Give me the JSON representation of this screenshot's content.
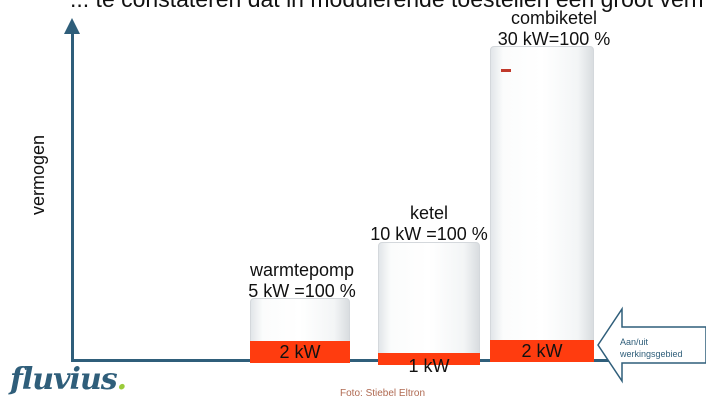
{
  "header": {
    "cut_title": "... te constateren dat in modulerende toestellen een groot vermogen ("
  },
  "axes": {
    "y_label": "vermogen"
  },
  "devices": [
    {
      "name": "warmtepomp",
      "capacity": "5 kW =100 %",
      "min_label": "2 kW"
    },
    {
      "name": "ketel",
      "capacity": "10 kW =100 %",
      "min_label": "1 kW"
    },
    {
      "name": "combiketel",
      "capacity": "30 kW=100 %",
      "min_label": "2 kW"
    }
  ],
  "callout": {
    "line1": "Aan/uit",
    "line2": "werkingsgebied"
  },
  "footer": {
    "logo_main": "fluvius",
    "logo_dot": ".",
    "credit": "Foto: Stiebel Eltron"
  },
  "colors": {
    "accent_orange": "#ff3c0f",
    "axis_blue": "#2f5e7a",
    "logo_green": "#9acb3a"
  },
  "icons": {
    "arrow": "left-pointing-arrow-icon"
  }
}
